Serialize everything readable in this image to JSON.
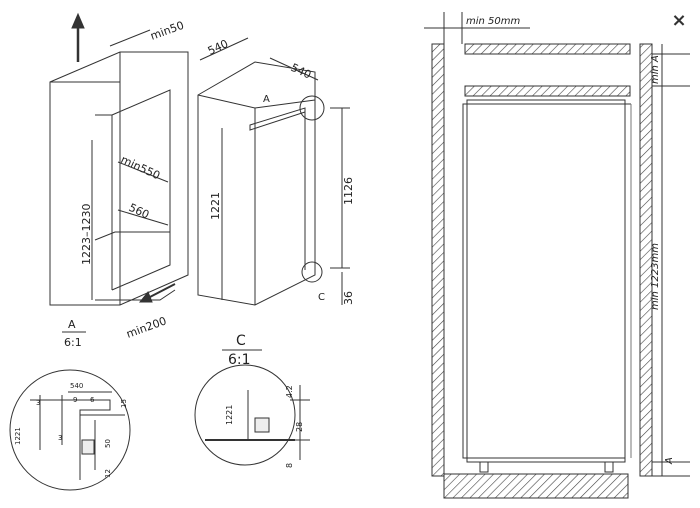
{
  "close_label": "×",
  "left_drawings": {
    "cabinet": {
      "dims": [
        "min50",
        "1223–1230",
        "min550",
        "560",
        "min200"
      ],
      "ref_label": "A",
      "scale": "6:1"
    },
    "appliance": {
      "dims": [
        "540",
        "540",
        "1221",
        "1126",
        "36"
      ],
      "marker_a": "A",
      "marker_c": "C",
      "ref_label": "C",
      "scale": "6:1"
    },
    "detail_a": {
      "dims": [
        "540",
        "3",
        "9",
        "6",
        "15",
        "1221",
        "3",
        "50",
        "12"
      ]
    },
    "detail_c": {
      "dims": [
        "4.2",
        "1221",
        "28",
        "8"
      ]
    }
  },
  "right_section": {
    "dims": [
      "min 50mm",
      "min A",
      "min 1223mm",
      "A"
    ]
  }
}
